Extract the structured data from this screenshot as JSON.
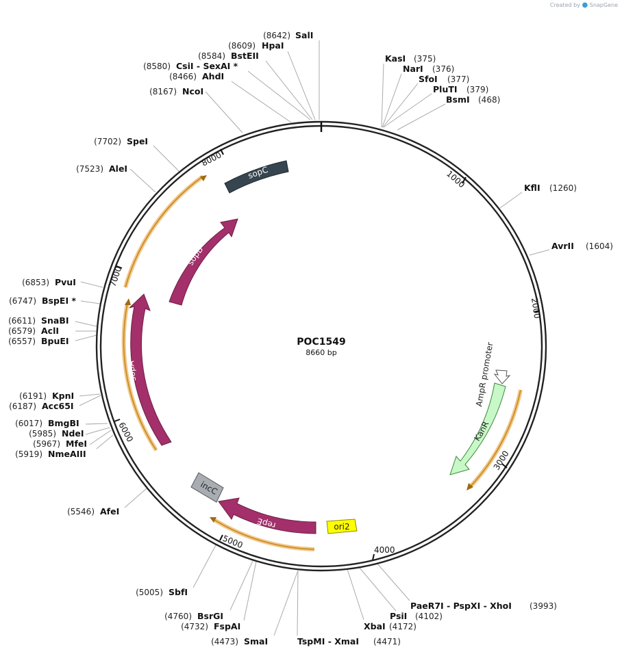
{
  "watermark": {
    "prefix": "Created by",
    "brand": "SnapGene"
  },
  "plasmid": {
    "name": "POC1549",
    "length_label": "8660 bp",
    "length": 8660
  },
  "ruler_ticks": [
    "1000",
    "2000",
    "3000",
    "4000",
    "5000",
    "6000",
    "7000",
    "8000"
  ],
  "features": [
    {
      "id": "sopC",
      "label": "sopC",
      "color": "#36454f",
      "text": "light"
    },
    {
      "id": "sopB",
      "label": "sopB",
      "color": "#a3306a",
      "text": "light"
    },
    {
      "id": "sopA",
      "label": "sopA",
      "color": "#a3306a",
      "text": "light"
    },
    {
      "id": "repE",
      "label": "repE",
      "color": "#a3306a",
      "text": "light"
    },
    {
      "id": "incC",
      "label": "incC",
      "color": "#a8adb3",
      "text": "dark"
    },
    {
      "id": "ori2",
      "label": "ori2",
      "color": "#ffff00",
      "text": "dark"
    },
    {
      "id": "KanR",
      "label": "KanR",
      "color": "#c8f7c8",
      "text": "dark"
    },
    {
      "id": "AmpR_promoter",
      "label": "AmpR promoter",
      "color": "#ffffff",
      "text": "dark"
    }
  ],
  "sites": [
    {
      "name": "SalI",
      "pos": "(8642)",
      "side": "left"
    },
    {
      "name": "HpaI",
      "pos": "(8609)",
      "side": "left"
    },
    {
      "name": "BstEII",
      "pos": "(8584)",
      "side": "left"
    },
    {
      "name": "CsiI  -  SexAI *",
      "pos": "(8580)",
      "side": "left"
    },
    {
      "name": "AhdI",
      "pos": "(8466)",
      "side": "left"
    },
    {
      "name": "NcoI",
      "pos": "(8167)",
      "side": "left"
    },
    {
      "name": "SpeI",
      "pos": "(7702)",
      "side": "left"
    },
    {
      "name": "AleI",
      "pos": "(7523)",
      "side": "left"
    },
    {
      "name": "PvuI",
      "pos": "(6853)",
      "side": "left"
    },
    {
      "name": "BspEI *",
      "pos": "(6747)",
      "side": "left"
    },
    {
      "name": "SnaBI",
      "pos": "(6611)",
      "side": "left"
    },
    {
      "name": "AclI",
      "pos": "(6579)",
      "side": "left"
    },
    {
      "name": "BpuEI",
      "pos": "(6557)",
      "side": "left"
    },
    {
      "name": "KpnI",
      "pos": "(6191)",
      "side": "left"
    },
    {
      "name": "Acc65I",
      "pos": "(6187)",
      "side": "left"
    },
    {
      "name": "BmgBI",
      "pos": "(6017)",
      "side": "left"
    },
    {
      "name": "NdeI",
      "pos": "(5985)",
      "side": "left"
    },
    {
      "name": "MfeI",
      "pos": "(5967)",
      "side": "left"
    },
    {
      "name": "NmeAIII",
      "pos": "(5919)",
      "side": "left"
    },
    {
      "name": "AfeI",
      "pos": "(5546)",
      "side": "left"
    },
    {
      "name": "SbfI",
      "pos": "(5005)",
      "side": "left"
    },
    {
      "name": "BsrGI",
      "pos": "(4760)",
      "side": "left"
    },
    {
      "name": "FspAI",
      "pos": "(4732)",
      "side": "left"
    },
    {
      "name": "SmaI",
      "pos": "(4473)",
      "side": "left"
    },
    {
      "name": "TspMI  -  XmaI",
      "pos": "(4471)",
      "side": "right"
    },
    {
      "name": "XbaI",
      "pos": "(4172)",
      "side": "right"
    },
    {
      "name": "PsiI",
      "pos": "(4102)",
      "side": "right"
    },
    {
      "name": "PaeR7I  -  PspXI  -  XhoI",
      "pos": "(3993)",
      "side": "right"
    },
    {
      "name": "KasI",
      "pos": "(375)",
      "side": "right"
    },
    {
      "name": "NarI",
      "pos": "(376)",
      "side": "right"
    },
    {
      "name": "SfoI",
      "pos": "(377)",
      "side": "right"
    },
    {
      "name": "PluTI",
      "pos": "(379)",
      "side": "right"
    },
    {
      "name": "BsmI",
      "pos": "(468)",
      "side": "right"
    },
    {
      "name": "KflI",
      "pos": "(1260)",
      "side": "right"
    },
    {
      "name": "AvrII",
      "pos": "(1604)",
      "side": "right"
    }
  ]
}
